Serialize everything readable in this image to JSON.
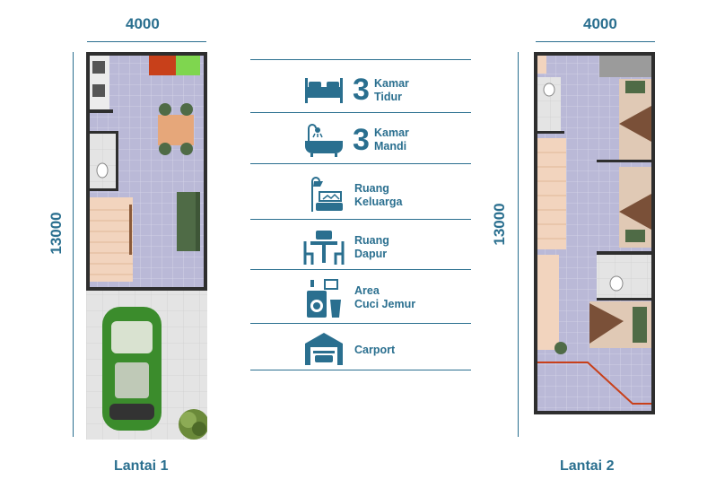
{
  "floor1": {
    "width_label": "4000",
    "height_label": "13000",
    "name": "Lantai 1"
  },
  "floor2": {
    "width_label": "4000",
    "height_label": "13000",
    "name": "Lantai 2"
  },
  "legend": [
    {
      "icon": "bed-icon",
      "count": "3",
      "line1": "Kamar",
      "line2": "Tidur"
    },
    {
      "icon": "bathtub-icon",
      "count": "3",
      "line1": "Kamar",
      "line2": "Mandi"
    },
    {
      "icon": "sofa-icon",
      "count": "",
      "line1": "Ruang",
      "line2": "Keluarga"
    },
    {
      "icon": "dining-table-icon",
      "count": "",
      "line1": "Ruang",
      "line2": "Dapur"
    },
    {
      "icon": "washing-machine-icon",
      "count": "",
      "line1": "Area",
      "line2": "Cuci Jemur"
    },
    {
      "icon": "garage-icon",
      "count": "",
      "line1": "Carport",
      "line2": ""
    }
  ],
  "colors": {
    "accent": "#2a6f8f",
    "floor": "#b9b8d6",
    "wall": "#2e2e2e",
    "wood": "#e6a77a",
    "sofa": "#4f6b46",
    "car": "#3b8c2c"
  }
}
